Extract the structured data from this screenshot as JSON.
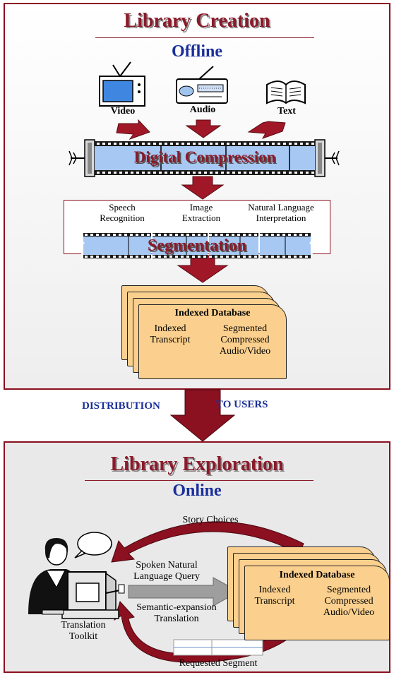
{
  "offline": {
    "title": "Library Creation",
    "subtitle": "Offline",
    "media": [
      {
        "label": "Video",
        "icon": "tv-icon"
      },
      {
        "label": "Audio",
        "icon": "radio-icon"
      },
      {
        "label": "Text",
        "icon": "book-icon"
      }
    ],
    "compression_label": "Digital Compression",
    "segmentation": {
      "processes": [
        "Speech Recognition",
        "Image Extraction",
        "Natural Language Interpretation"
      ],
      "label": "Segmentation"
    },
    "database": {
      "title": "Indexed Database",
      "left": "Indexed Transcript",
      "right": "Segmented Compressed Audio/Video"
    }
  },
  "distribution": {
    "left": "DISTRIBUTION",
    "right": "TO USERS"
  },
  "online": {
    "title": "Library Exploration",
    "subtitle": "Online",
    "story_choices": "Story Choices",
    "query": "Spoken Natural Language Query",
    "semantic": "Semantic-expansion Translation",
    "toolkit": "Translation Toolkit",
    "requested": "Requested Segment",
    "database": {
      "title": "Indexed Database",
      "left": "Indexed Transcript",
      "right": "Segmented Compressed Audio/Video"
    }
  },
  "colors": {
    "border": "#8b1020",
    "title": "#8b1a2a",
    "subtitle": "#1a2f9a",
    "card": "#fbd08e",
    "film": "#a6c8f2"
  }
}
